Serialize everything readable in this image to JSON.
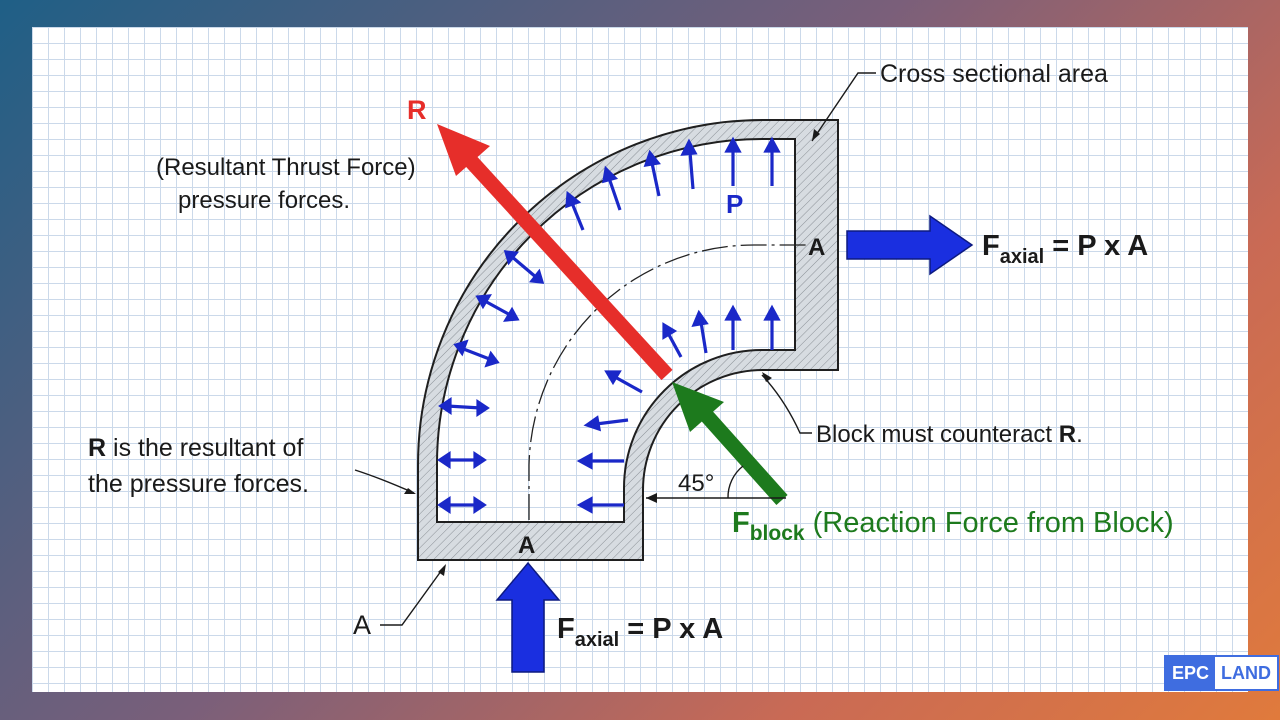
{
  "diagram": {
    "cross_section_label": "Cross sectional area",
    "r_label": "R",
    "thrust_label_line1": "(Resultant Thrust Force)",
    "thrust_label_line2": "pressure forces.",
    "p_label": "P",
    "a_label_right": "A",
    "a_label_bottom": "A",
    "a_label_outer": "A",
    "f_axial_right": {
      "base": "F",
      "sub": "axial",
      "rest": " = P x A"
    },
    "f_axial_bottom": {
      "base": "F",
      "sub": "axial",
      "rest": " = P x A"
    },
    "resultant_note_r": "R",
    "resultant_note_line1": " is the resultant of",
    "resultant_note_line2": "the pressure forces.",
    "block_note_text": "Block must counteract ",
    "block_note_r": "R",
    "block_note_dot": ".",
    "angle_label": "45°",
    "f_block": {
      "base": "F",
      "sub": "block",
      "rest": " (Reaction Force from Block)"
    }
  },
  "logo": {
    "part1": "EPC",
    "part2": "LAND"
  },
  "colors": {
    "pressure_arrows": "#1a28c8",
    "axial_arrows": "#1a2fe0",
    "resultant_arrow": "#e62e2a",
    "block_arrow": "#1d7a1d",
    "pipe_wall": "#d7dce1",
    "logo_blue": "#3f6de0"
  }
}
